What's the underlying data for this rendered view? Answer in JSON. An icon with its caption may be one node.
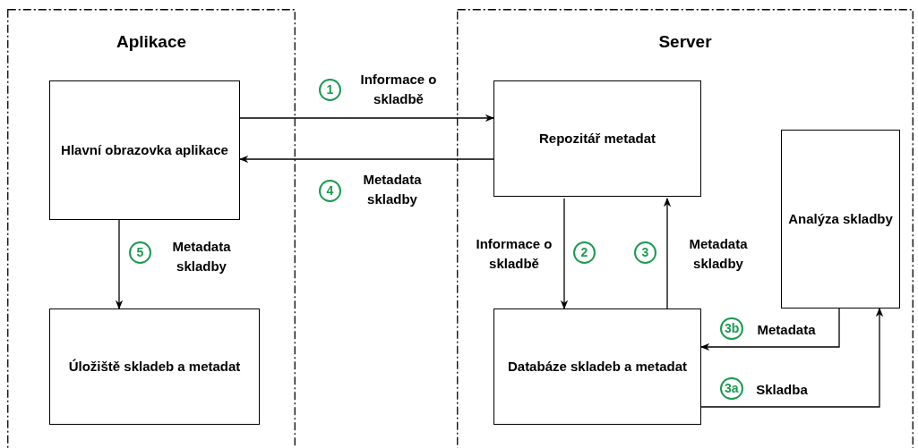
{
  "diagram": {
    "nodes": [
      {
        "text": [
          "Aplikace"
        ]
      },
      {
        "text": [
          "Hlavní obrazovka aplikace"
        ],
        "in": 0
      },
      {
        "text": [
          "Úložiště skladeb a metadat"
        ],
        "in": 0
      },
      {
        "text": [
          "Server"
        ]
      },
      {
        "text": [
          "Repozitář metadat"
        ],
        "in": 3
      },
      {
        "text": [
          "Analýza skladby"
        ],
        "in": 3
      },
      {
        "text": [
          "Databáze skladeb a metadat"
        ],
        "in": 3
      }
    ],
    "edges": [
      {
        "from": 1,
        "to": 4,
        "arrow": "to",
        "label": "Informace o skladbě"
      },
      {
        "from": 4,
        "to": 1,
        "arrow": "to",
        "label": "Metadata skladby"
      },
      {
        "from": 1,
        "to": 2,
        "arrow": "to",
        "label": "Metadata skladby"
      },
      {
        "from": 4,
        "to": 6,
        "arrow": "to",
        "label": "Informace o skladbě"
      },
      {
        "from": 6,
        "to": 4,
        "arrow": "to",
        "label": "Metadata skladby"
      },
      {
        "from": 5,
        "to": 6,
        "arrow": "to",
        "label": "Metadata"
      },
      {
        "from": 6,
        "to": 5,
        "arrow": "to",
        "label": "Skladba"
      }
    ],
    "labels": [
      "1",
      "4",
      "5",
      "2",
      "3",
      "3b",
      "3a"
    ]
  }
}
